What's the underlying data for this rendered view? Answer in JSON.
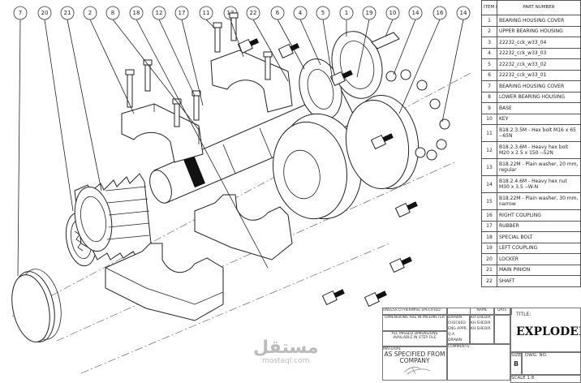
{
  "drawing": {
    "balloons": [
      "7",
      "20",
      "21",
      "2",
      "8",
      "18",
      "12",
      "17",
      "11",
      "13",
      "22",
      "6",
      "4",
      "5",
      "1",
      "19",
      "10",
      "14",
      "16",
      "14"
    ]
  },
  "bom": {
    "headers": {
      "item_no": "ITEM NO.",
      "part_number": "PART NUMBER"
    },
    "rows": [
      {
        "no": "1",
        "part": "BEARING HOUSING COVER"
      },
      {
        "no": "2",
        "part": "UPPER BEARING HOUSING"
      },
      {
        "no": "3",
        "part": "22232_cck_w33_04"
      },
      {
        "no": "4",
        "part": "22232_cck_w33_03"
      },
      {
        "no": "5",
        "part": "22232_cck_w33_02"
      },
      {
        "no": "6",
        "part": "22232_cck_w33_01"
      },
      {
        "no": "7",
        "part": "BEARING HOUSING COVER"
      },
      {
        "no": "8",
        "part": "LOWER BEARING HOUSING"
      },
      {
        "no": "9",
        "part": "BASE"
      },
      {
        "no": "10",
        "part": "KEY"
      },
      {
        "no": "11",
        "part": "B18.2.3.5M - Hex bolt M16 x 65 --65N"
      },
      {
        "no": "12",
        "part": "B18.2.3.6M - Heavy hex bolt M20 x 2.5 x 150 --52N"
      },
      {
        "no": "13",
        "part": "B18.22M - Plain washer, 20 mm, regular"
      },
      {
        "no": "14",
        "part": "B18.2.4.6M - Heavy hex nut M30 x 3.5 --W-N"
      },
      {
        "no": "15",
        "part": "B18.22M - Plain washer, 30 mm, narrow"
      },
      {
        "no": "16",
        "part": "RIGHT COUPLING"
      },
      {
        "no": "17",
        "part": "RUBBER"
      },
      {
        "no": "18",
        "part": "SPECIAL BOLT"
      },
      {
        "no": "19",
        "part": "LEFT COUPLING"
      },
      {
        "no": "20",
        "part": "LOCKER"
      },
      {
        "no": "21",
        "part": "MAIN PINION"
      },
      {
        "no": "22",
        "part": "SHAFT"
      }
    ]
  },
  "title_block": {
    "unless": "UNLESS OTHERWISE SPECIFIED:",
    "dimensions": "DIMENSIONS ARE IN MILLIMETER",
    "missed": "ALL MISSED DIMENSIONS AVAILABLE IN STEP FILE",
    "material_label": "MATERIAL",
    "material_value": "AS SPECIFIED FROM COMPANY",
    "name_header": "NAME",
    "date_header": "DATE",
    "roles": [
      {
        "role": "DRAWN",
        "name": "KH.SHEDIR"
      },
      {
        "role": "CHECKED",
        "name": "KH.SHEDIR"
      },
      {
        "role": "ENG APPR.",
        "name": "KH.SHEDIR"
      },
      {
        "role": "Q.A.",
        "name": ""
      },
      {
        "role": "DRAWN",
        "name": ""
      }
    ],
    "comments": "COMMENTS:",
    "title_label": "TITLE:",
    "title_value": "EXPLODED",
    "size_label": "SIZE",
    "size_value": "B",
    "dwg_no_label": "DWG. NO.",
    "scale": "SCALE 1:8"
  },
  "watermark": {
    "arabic": "مستقل",
    "latin": "mostaql.com"
  }
}
